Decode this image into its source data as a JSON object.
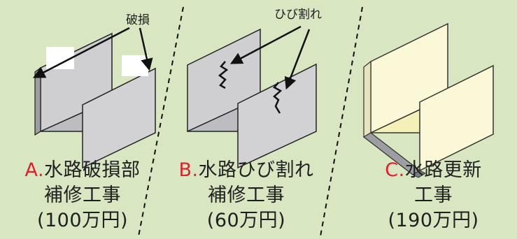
{
  "callouts": {
    "damage": "破損",
    "crack": "ひび割れ"
  },
  "options": [
    {
      "letter": "A.",
      "title": "水路破損部",
      "subtitle": "補修工事",
      "cost": "(100万円)"
    },
    {
      "letter": "B.",
      "title": "水路ひび割れ",
      "subtitle": "補修工事",
      "cost": "(60万円)"
    },
    {
      "letter": "C.",
      "title": "水路更新",
      "subtitle": "工事",
      "cost": "(190万円)"
    }
  ],
  "colors": {
    "background": "#d9e6c2",
    "channel_gray": "#c9c9cc",
    "channel_gray_dark": "#a9a9ad",
    "channel_new": "#fbf8d8",
    "channel_new_inner": "#f5f0b8",
    "accent_letter": "#e0202a"
  }
}
